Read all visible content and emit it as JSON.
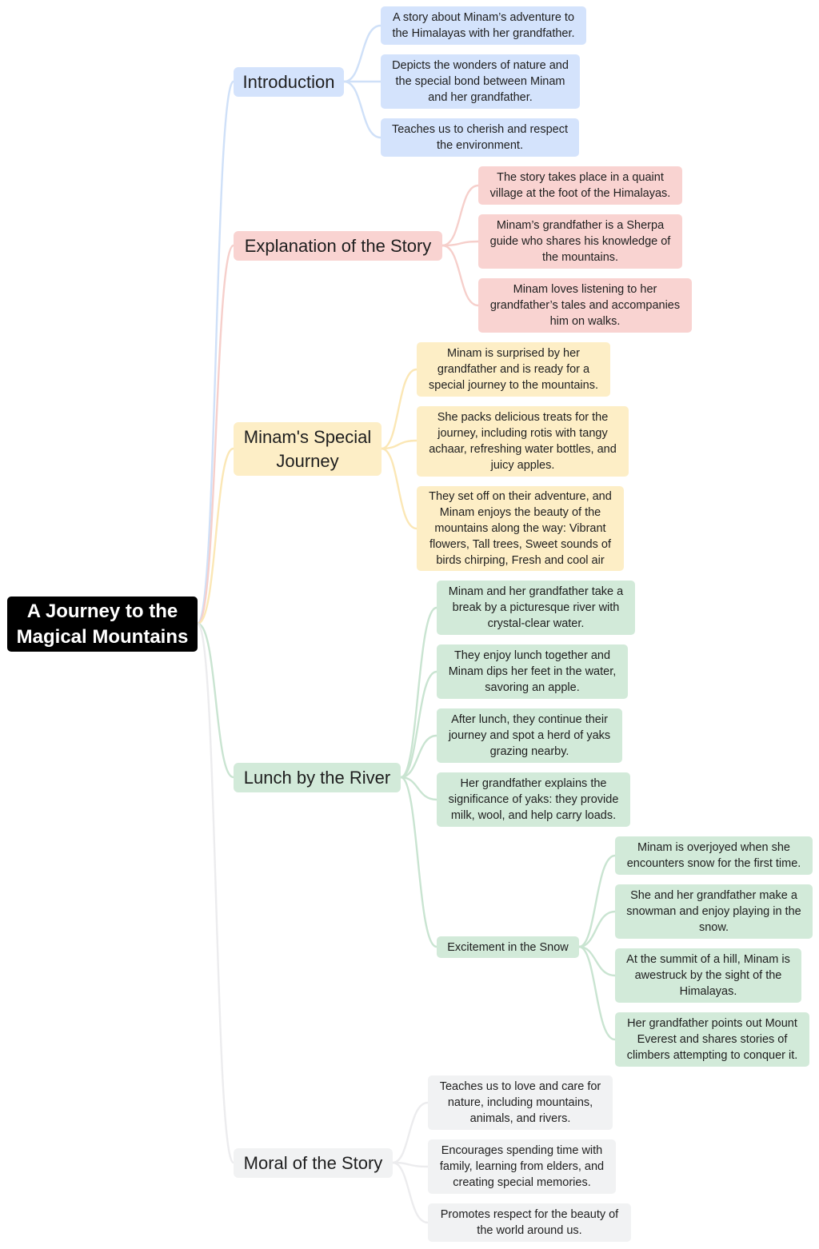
{
  "root": {
    "title": "A Journey to the Magical Mountains"
  },
  "colors": {
    "blue_box": "#d4e3fc",
    "blue_line": "#cfe0f8",
    "red_box": "#f9d3d1",
    "red_line": "#f6cfcb",
    "yellow_box": "#fdeec6",
    "yellow_line": "#fbe7b5",
    "green_box": "#d2ead9",
    "green_line": "#c9e4d1",
    "gray_box": "#f1f2f3",
    "gray_line": "#ececee"
  },
  "branches": [
    {
      "label": "Introduction",
      "items": [
        "A story about Minam’s adventure to the Himalayas with her grandfather.",
        "Depicts the wonders of nature and the special bond between Minam and her grandfather.",
        "Teaches us to cherish and respect the environment."
      ]
    },
    {
      "label": "Explanation of the Story",
      "items": [
        "The story takes place in a quaint village at the foot of the Himalayas.",
        "Minam’s grandfather is a Sherpa guide who shares his knowledge of the mountains.",
        "Minam loves listening to her grandfather’s tales and accompanies him on walks."
      ]
    },
    {
      "label": "Minam's Special Journey",
      "items": [
        "Minam is surprised by her grandfather and is ready for a special journey to the mountains.",
        "She packs delicious treats for the journey, including rotis with tangy achaar, refreshing water bottles, and juicy apples.",
        "They set off on their adventure, and Minam enjoys the beauty of the mountains along the way: Vibrant flowers, Tall trees, Sweet sounds of birds chirping, Fresh and cool air"
      ]
    },
    {
      "label": "Lunch by the River",
      "items": [
        "Minam and her grandfather take a break by a picturesque river with crystal-clear water.",
        "They enjoy lunch together and Minam dips her feet in the water, savoring an apple.",
        "After lunch, they continue their journey and spot a herd of yaks grazing nearby.",
        "Her grandfather explains the significance of yaks: they provide milk, wool, and help carry loads."
      ],
      "sub": {
        "label": "Excitement in the Snow",
        "items": [
          "Minam is overjoyed when she encounters snow for the first time.",
          "She and her grandfather make a snowman and enjoy playing in the snow.",
          "At the summit of a hill, Minam is awestruck by the sight of the Himalayas.",
          "Her grandfather points out Mount Everest and shares stories of climbers attempting to conquer it."
        ]
      }
    },
    {
      "label": "Moral of the Story",
      "items": [
        "Teaches us to love and care for nature, including mountains, animals, and rivers.",
        "Encourages spending time with family, learning from elders, and creating special memories.",
        "Promotes respect for the beauty of the world around us."
      ]
    }
  ]
}
